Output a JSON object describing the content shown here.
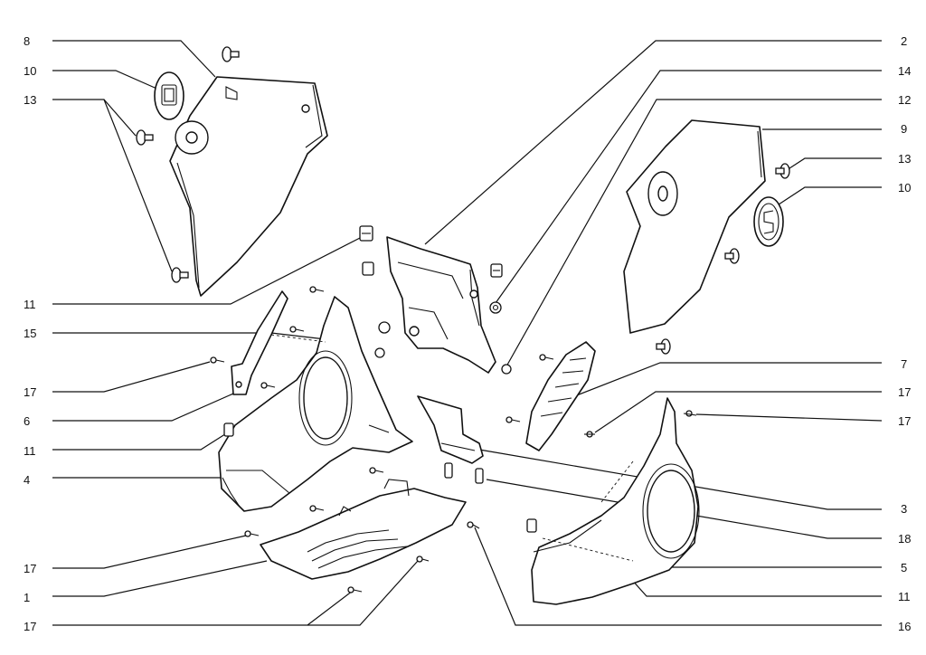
{
  "callouts": {
    "left": [
      "8",
      "10",
      "13",
      "11",
      "15",
      "17",
      "6",
      "11",
      "4",
      "17",
      "1",
      "17"
    ],
    "right": [
      "2",
      "14",
      "12",
      "9",
      "13",
      "10",
      "7",
      "17",
      "17",
      "3",
      "18",
      "5",
      "11",
      "16"
    ]
  }
}
